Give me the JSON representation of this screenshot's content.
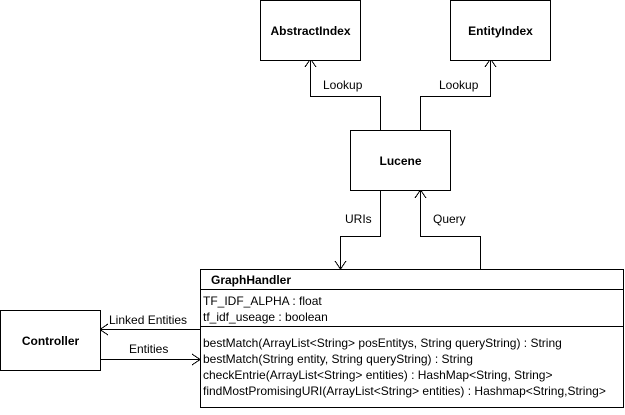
{
  "nodes": {
    "abstract_index": "AbstractIndex",
    "entity_index": "EntityIndex",
    "lucene": "Lucene",
    "controller": "Controller"
  },
  "graph_handler": {
    "name": "GraphHandler",
    "attributes": [
      "TF_IDF_ALPHA : float",
      "tf_idf_useage : boolean"
    ],
    "operations": [
      "bestMatch(ArrayList<String> posEntitys, String queryString) : String",
      "bestMatch(String entity, String queryString) : String",
      "checkEntrie(ArrayList<String> entities) : HashMap<String, String>",
      "findMostPromisingURI(ArrayList<String> entities) : Hashmap<String,String>"
    ]
  },
  "edges": {
    "lookup_left": "Lookup",
    "lookup_right": "Lookup",
    "uris": "URIs",
    "query": "Query",
    "linked_entities": "Linked Entities",
    "entities": "Entities"
  }
}
